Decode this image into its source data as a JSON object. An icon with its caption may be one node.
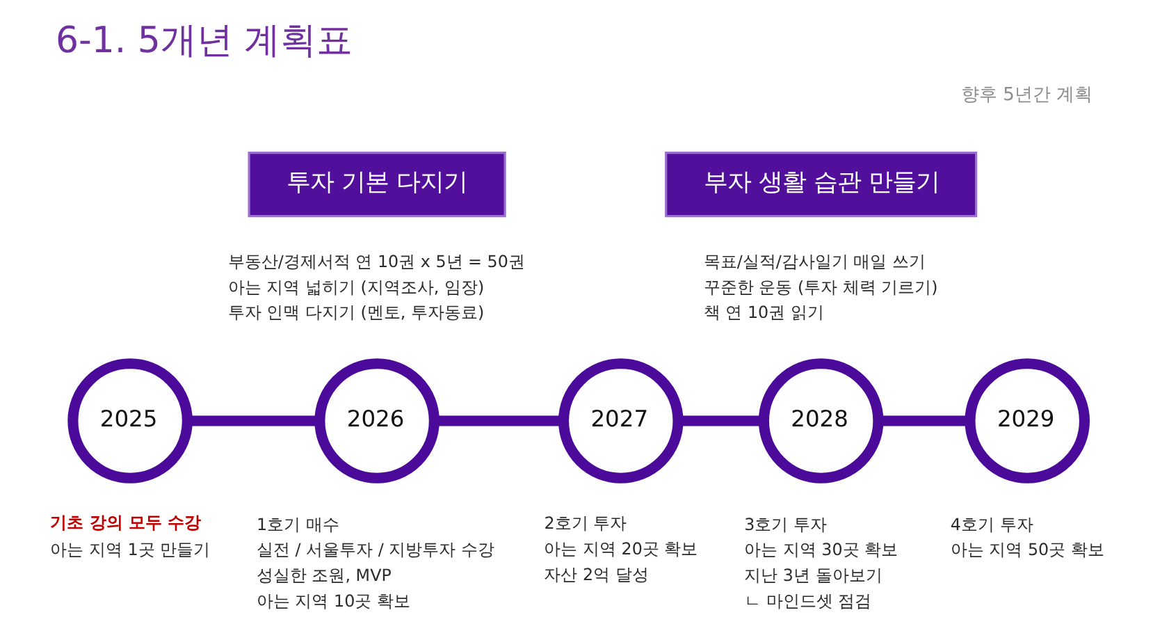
{
  "diagram": {
    "title": "6-1. 5개년 계획표",
    "nodes": [
      {
        "text": [
          "투자 기본 다지기"
        ],
        "beside": [
          "부동산/경제서적 연 10권 x 5년 = 50권",
          "아는 지역 넓히기 (지역조사, 임장)",
          "투자 인맥 다지기 (멘토, 투자동료)"
        ]
      },
      {
        "text": [
          "부자 생활 습관 만들기"
        ],
        "beside": [
          "목표/실적/감사일기 매일 쓰기",
          "꾸준한 운동 (투자 체력 기르기)",
          "책 연 10권 읽기"
        ]
      },
      {
        "text": [
          "2025"
        ],
        "beside": [
          "기초 강의 모두 수강",
          "아는 지역 1곳 만들기"
        ]
      },
      {
        "text": [
          "2026"
        ],
        "beside": [
          "1호기 매수",
          "실전 / 서울투자 / 지방투자 수강",
          "성실한 조원, MVP",
          "아는 지역 10곳 확보"
        ]
      },
      {
        "text": [
          "2027"
        ],
        "beside": [
          "2호기 투자",
          "아는 지역 20곳 확보",
          "자산 2억 달성"
        ]
      },
      {
        "text": [
          "2028"
        ],
        "beside": [
          "3호기 투자",
          "아는 지역 30곳 확보",
          "지난 3년 돌아보기",
          "ㄴ 마인드셋 점검"
        ]
      },
      {
        "text": [
          "2029"
        ],
        "beside": [
          "4호기 투자",
          "아는 지역 50곳 확보"
        ]
      }
    ],
    "edges": [
      {
        "from": 2,
        "to": 3,
        "arrow": "none"
      },
      {
        "from": 3,
        "to": 4,
        "arrow": "none"
      },
      {
        "from": 4,
        "to": 5,
        "arrow": "none"
      },
      {
        "from": 5,
        "to": 6,
        "arrow": "none"
      }
    ],
    "labels": [
      "향후 5년간 계획"
    ]
  }
}
